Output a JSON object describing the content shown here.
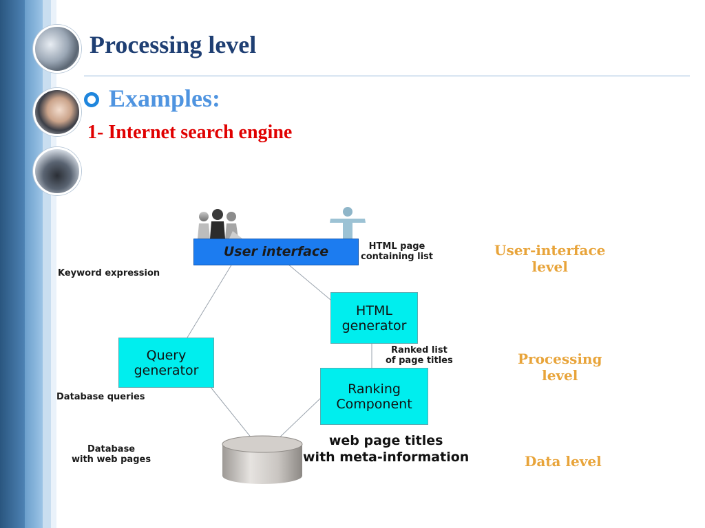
{
  "slide": {
    "title": "Processing level",
    "bullet": "Examples:",
    "subtitle": "1- Internet search engine"
  },
  "diagram": {
    "user_interface": "User interface",
    "html_generator": "HTML\ngenerator",
    "query_generator": "Query\ngenerator",
    "ranking_component": "Ranking\nComponent",
    "label_html_page": "HTML page\ncontaining list",
    "label_keyword": "Keyword expression",
    "label_ranked_list": "Ranked list\nof page titles",
    "label_db_queries": "Database queries",
    "label_database": "Database\nwith web pages",
    "label_web_titles": "web page titles\nwith meta-information",
    "level_ui": "User-interface\nlevel",
    "level_processing": "Processing\nlevel",
    "level_data": "Data level"
  },
  "colors": {
    "title": "#1f3f73",
    "bullet": "#4f94e0",
    "subtitle": "#e00000",
    "ui_box": "#1c7cf0",
    "component_box": "#00eeee",
    "level_text": "#e8a43a"
  }
}
